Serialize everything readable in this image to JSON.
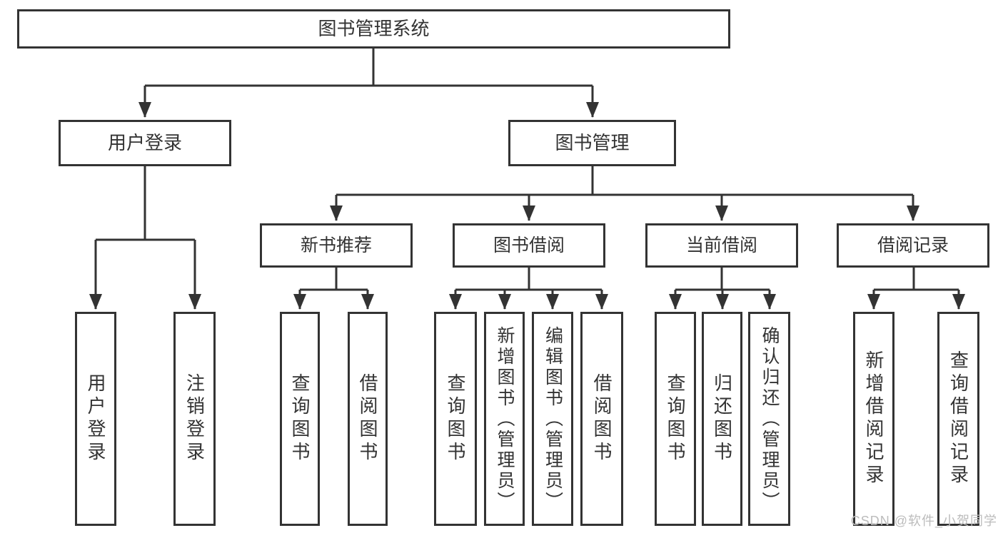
{
  "title": "图书管理系统",
  "watermark": "CSDN @软件_小贺同学",
  "colors": {
    "line": "#333333",
    "text": "#333333",
    "background": "#ffffff",
    "watermark": "#bcbcbc"
  },
  "nodes": {
    "root": {
      "label": "图书管理系统"
    },
    "level2": [
      {
        "label": "用户登录"
      },
      {
        "label": "图书管理"
      }
    ],
    "level3": [
      {
        "label": "新书推荐",
        "parent": "图书管理"
      },
      {
        "label": "图书借阅",
        "parent": "图书管理"
      },
      {
        "label": "当前借阅",
        "parent": "图书管理"
      },
      {
        "label": "借阅记录",
        "parent": "图书管理"
      }
    ],
    "leaves": [
      {
        "label": "用户登录",
        "parent": "用户登录"
      },
      {
        "label": "注销登录",
        "parent": "用户登录"
      },
      {
        "label": "查询图书",
        "parent": "新书推荐"
      },
      {
        "label": "借阅图书",
        "parent": "新书推荐"
      },
      {
        "label": "查询图书",
        "parent": "图书借阅"
      },
      {
        "label": "新增图书（管理员）",
        "parent": "图书借阅"
      },
      {
        "label": "编辑图书（管理员）",
        "parent": "图书借阅"
      },
      {
        "label": "借阅图书",
        "parent": "图书借阅"
      },
      {
        "label": "查询图书",
        "parent": "当前借阅"
      },
      {
        "label": "归还图书",
        "parent": "当前借阅"
      },
      {
        "label": "确认归还（管理员）",
        "parent": "当前借阅"
      },
      {
        "label": "新增借阅记录",
        "parent": "借阅记录"
      },
      {
        "label": "查询借阅记录",
        "parent": "借阅记录"
      }
    ]
  }
}
